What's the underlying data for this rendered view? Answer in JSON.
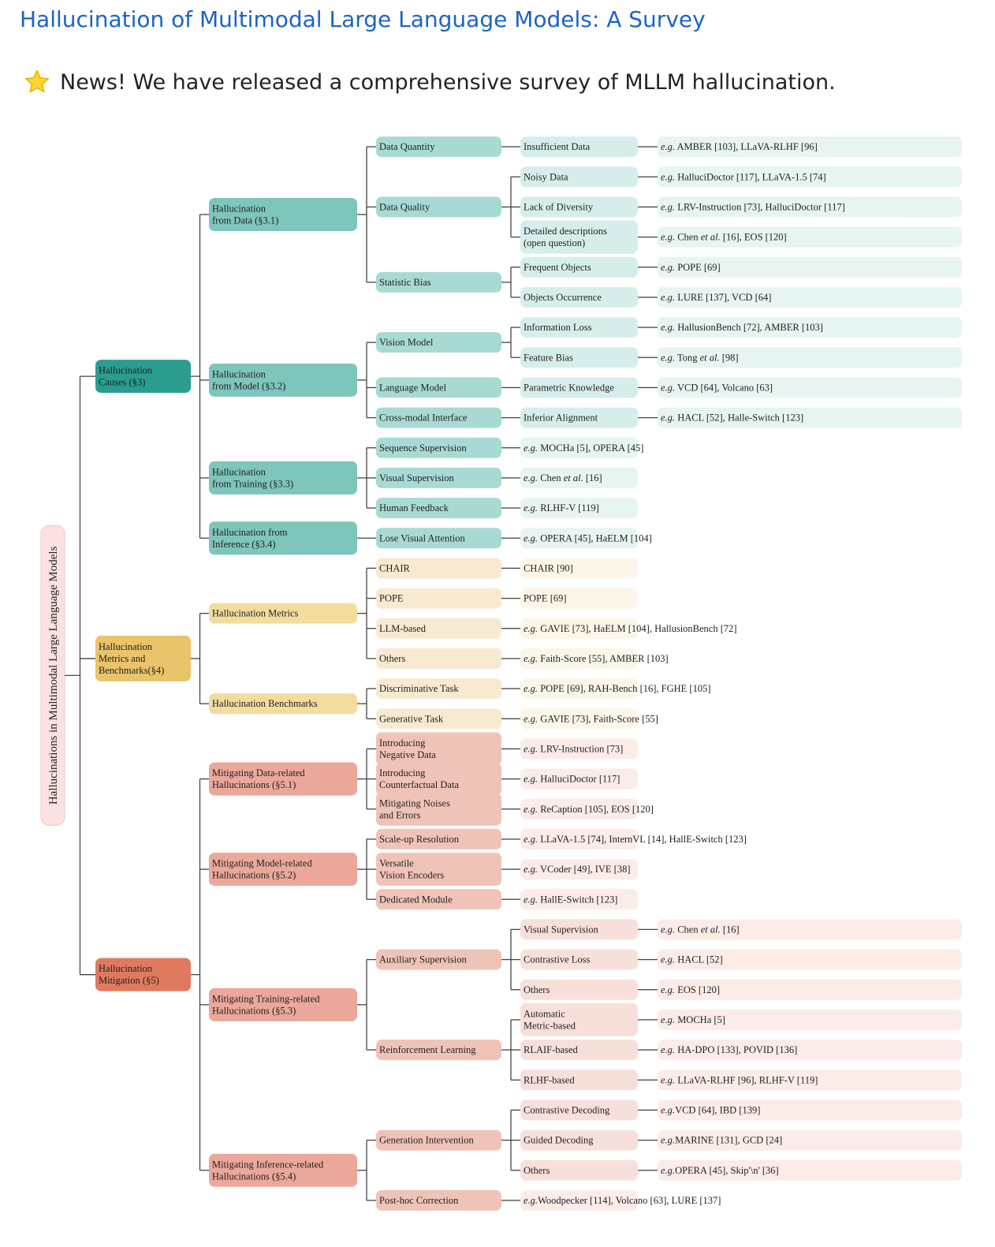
{
  "title": "Hallucination of Multimodal Large Language Models: A Survey",
  "news": "News! We have released a comprehensive survey of MLLM hallucination.",
  "news_icon": "star-icon",
  "palette": {
    "causes": [
      "#2a9d8f",
      "#7ec5bc",
      "#a8dad4",
      "#d6eeeb",
      "#e6f4f2"
    ],
    "metrics": [
      "#e9c46a",
      "#f2dc9e",
      "#f7ead0",
      "#fbf4e4",
      "#fcf6e8"
    ],
    "mitigation": [
      "#e07a5f",
      "#eba89a",
      "#f0c3b8",
      "#f8e0da",
      "#fbecE8"
    ],
    "root_fill": "#fbe2e0",
    "root_stroke": "#f2c4c0",
    "line": "#444444"
  },
  "tree": {
    "label": "Hallucinations in Multimodal Large Language Models",
    "children": [
      {
        "label": "Hallucination\nCauses (§3)",
        "group": "causes",
        "children": [
          {
            "label": "Hallucination\nfrom Data (§3.1)",
            "children": [
              {
                "label": "Data Quantity",
                "children": [
                  {
                    "label": "Insufficient Data",
                    "children": [
                      {
                        "label": "e.g. AMBER [103], LLaVA-RLHF [96]"
                      }
                    ]
                  }
                ]
              },
              {
                "label": "Data Quality",
                "children": [
                  {
                    "label": "Noisy Data",
                    "children": [
                      {
                        "label": "e.g. HalluciDoctor [117], LLaVA-1.5 [74]"
                      }
                    ]
                  },
                  {
                    "label": "Lack of Diversity",
                    "children": [
                      {
                        "label": "e.g. LRV-Instruction [73], HalluciDoctor [117]"
                      }
                    ]
                  },
                  {
                    "label": "Detailed descriptions\n(open question)",
                    "children": [
                      {
                        "label": "e.g. Chen et al. [16], EOS [120]"
                      }
                    ]
                  }
                ]
              },
              {
                "label": "Statistic Bias",
                "children": [
                  {
                    "label": "Frequent Objects",
                    "children": [
                      {
                        "label": "e.g. POPE [69]"
                      }
                    ]
                  },
                  {
                    "label": "Objects Occurrence",
                    "children": [
                      {
                        "label": "e.g. LURE [137], VCD [64]"
                      }
                    ]
                  }
                ]
              }
            ]
          },
          {
            "label": "Hallucination\nfrom Model (§3.2)",
            "children": [
              {
                "label": "Vision Model",
                "children": [
                  {
                    "label": "Information Loss",
                    "children": [
                      {
                        "label": "e.g. HallusionBench [72], AMBER [103]"
                      }
                    ]
                  },
                  {
                    "label": "Feature Bias",
                    "children": [
                      {
                        "label": "e.g. Tong et al. [98]"
                      }
                    ]
                  }
                ]
              },
              {
                "label": "Language Model",
                "children": [
                  {
                    "label": "Parametric Knowledge",
                    "children": [
                      {
                        "label": "e.g. VCD [64], Volcano [63]"
                      }
                    ]
                  }
                ]
              },
              {
                "label": "Cross-modal Interface",
                "children": [
                  {
                    "label": "Inferior Alignment",
                    "children": [
                      {
                        "label": "e.g. HACL [52], Halle-Switch [123]"
                      }
                    ]
                  }
                ]
              }
            ]
          },
          {
            "label": "Hallucination\nfrom Training (§3.3)",
            "children": [
              {
                "label": "Sequence Supervision",
                "children": [
                  {
                    "label": "e.g. MOCHa [5], OPERA [45]"
                  }
                ]
              },
              {
                "label": "Visual Supervision",
                "children": [
                  {
                    "label": "e.g. Chen et al. [16]"
                  }
                ]
              },
              {
                "label": "Human Feedback",
                "children": [
                  {
                    "label": "e.g. RLHF-V [119]"
                  }
                ]
              }
            ]
          },
          {
            "label": "Hallucination from\nInference (§3.4)",
            "children": [
              {
                "label": "Lose Visual Attention",
                "children": [
                  {
                    "label": "e.g. OPERA [45], HaELM [104]"
                  }
                ]
              }
            ]
          }
        ]
      },
      {
        "label": "Hallucination\nMetrics and\nBenchmarks(§4)",
        "group": "metrics",
        "children": [
          {
            "label": "Hallucination Metrics",
            "children": [
              {
                "label": "CHAIR",
                "children": [
                  {
                    "label": "CHAIR [90]"
                  }
                ]
              },
              {
                "label": "POPE",
                "children": [
                  {
                    "label": "POPE [69]"
                  }
                ]
              },
              {
                "label": "LLM-based",
                "children": [
                  {
                    "label": "e.g. GAVIE [73], HaELM [104], HallusionBench [72]"
                  }
                ]
              },
              {
                "label": "Others",
                "children": [
                  {
                    "label": "e.g. Faith-Score [55], AMBER [103]"
                  }
                ]
              }
            ]
          },
          {
            "label": "Hallucination Benchmarks",
            "children": [
              {
                "label": "Discriminative Task",
                "children": [
                  {
                    "label": "e.g. POPE [69], RAH-Bench [16], FGHE [105]"
                  }
                ]
              },
              {
                "label": "Generative Task",
                "children": [
                  {
                    "label": "e.g. GAVIE [73], Faith-Score [55]"
                  }
                ]
              }
            ]
          }
        ]
      },
      {
        "label": "Hallucination\nMitigation (§5)",
        "group": "mitigation",
        "children": [
          {
            "label": "Mitigating Data-related\nHallucinations (§5.1)",
            "children": [
              {
                "label": "Introducing\nNegative Data",
                "children": [
                  {
                    "label": "e.g. LRV-Instruction [73]"
                  }
                ]
              },
              {
                "label": "Introducing\nCounterfactual Data",
                "children": [
                  {
                    "label": "e.g. HalluciDoctor [117]"
                  }
                ]
              },
              {
                "label": "Mitigating Noises\nand Errors",
                "children": [
                  {
                    "label": "e.g. ReCaption [105], EOS [120]"
                  }
                ]
              }
            ]
          },
          {
            "label": "Mitigating Model-related\nHallucinations (§5.2)",
            "children": [
              {
                "label": "Scale-up Resolution",
                "children": [
                  {
                    "label": "e.g. LLaVA-1.5 [74], InternVL [14], HallE-Switch [123]"
                  }
                ]
              },
              {
                "label": "Versatile\nVision Encoders",
                "children": [
                  {
                    "label": "e.g. VCoder [49], IVE [38]"
                  }
                ]
              },
              {
                "label": "Dedicated Module",
                "children": [
                  {
                    "label": "e.g. HallE-Switch [123]"
                  }
                ]
              }
            ]
          },
          {
            "label": "Mitigating Training-related\nHallucinations (§5.3)",
            "children": [
              {
                "label": "Auxiliary Supervision",
                "children": [
                  {
                    "label": "Visual Supervision",
                    "children": [
                      {
                        "label": "e.g. Chen et al. [16]"
                      }
                    ]
                  },
                  {
                    "label": "Contrastive Loss",
                    "children": [
                      {
                        "label": "e.g. HACL [52]"
                      }
                    ]
                  },
                  {
                    "label": "Others",
                    "children": [
                      {
                        "label": "e.g. EOS [120]"
                      }
                    ]
                  }
                ]
              },
              {
                "label": "Reinforcement Learning",
                "children": [
                  {
                    "label": "Automatic\nMetric-based",
                    "children": [
                      {
                        "label": "e.g. MOCHa [5]"
                      }
                    ]
                  },
                  {
                    "label": "RLAIF-based",
                    "children": [
                      {
                        "label": "e.g. HA-DPO [133], POVID [136]"
                      }
                    ]
                  },
                  {
                    "label": "RLHF-based",
                    "children": [
                      {
                        "label": "e.g. LLaVA-RLHF [96], RLHF-V [119]"
                      }
                    ]
                  }
                ]
              }
            ]
          },
          {
            "label": "Mitigating Inference-related\nHallucinations (§5.4)",
            "children": [
              {
                "label": "Generation Intervention",
                "children": [
                  {
                    "label": "Contrastive Decoding",
                    "children": [
                      {
                        "label": "e.g.VCD [64], IBD [139]"
                      }
                    ]
                  },
                  {
                    "label": "Guided Decoding",
                    "children": [
                      {
                        "label": "e.g.MARINE [131], GCD [24]"
                      }
                    ]
                  },
                  {
                    "label": "Others",
                    "children": [
                      {
                        "label": "e.g.OPERA [45], Skip'\\n' [36]"
                      }
                    ]
                  }
                ]
              },
              {
                "label": "Post-hoc Correction",
                "children": [
                  {
                    "label": "e.g.Woodpecker [114], Volcano [63], LURE [137]"
                  }
                ]
              }
            ]
          }
        ]
      }
    ]
  }
}
